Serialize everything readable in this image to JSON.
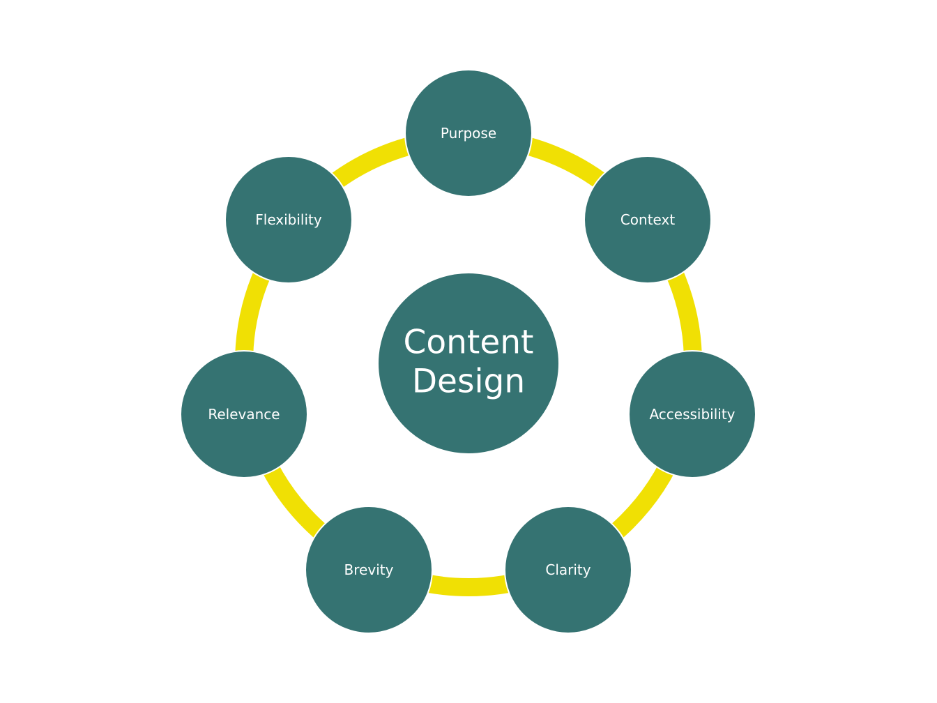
{
  "colors": {
    "node_fill": "#357372",
    "ring": "#F0E004",
    "label": "#FFFFFF",
    "background": "#FFFFFF"
  },
  "center": {
    "line1": "Content",
    "line2": "Design"
  },
  "nodes": [
    {
      "label": "Purpose"
    },
    {
      "label": "Context"
    },
    {
      "label": "Accessibility"
    },
    {
      "label": "Clarity"
    },
    {
      "label": "Brevity"
    },
    {
      "label": "Relevance"
    },
    {
      "label": "Flexibility"
    }
  ]
}
